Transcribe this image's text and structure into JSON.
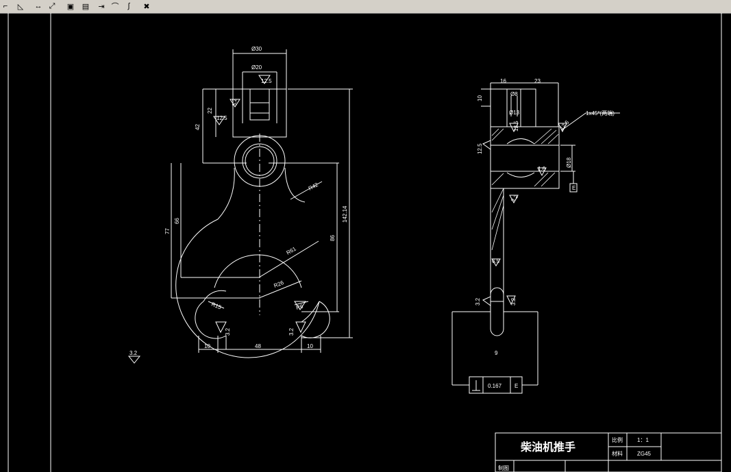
{
  "toolbar": {
    "icons": [
      "line-tool-icon",
      "angle-tool-icon",
      "dim-linear-icon",
      "dim-aligned-icon",
      "block-icon",
      "insert-icon",
      "extend-icon",
      "arc-icon",
      "curve-icon",
      "eraser-icon"
    ]
  },
  "drawing": {
    "front_view": {
      "dims": {
        "d30": "Ø30",
        "d20": "Ø20",
        "r12_5_top": "12.5",
        "h22": "22",
        "rough_12_5": "12.5",
        "h42": "42",
        "s3_2a": "3.2",
        "r42": "R42",
        "h142": "142.14",
        "h66": "66",
        "h77": "77",
        "h86": "86",
        "r61": "R61",
        "r26": "R26",
        "r15": "R15",
        "r6": "R6",
        "w10_left": "10",
        "w48": "48",
        "w10_right": "10",
        "s3_2b": "3.2",
        "s3_2c": "3.2",
        "s3_2_corner": "3.2"
      }
    },
    "side_view": {
      "dims": {
        "w16": "16",
        "w23": "23",
        "h10": "10",
        "d8": "Ø8",
        "d13": "Ø13",
        "chamfer_note": "1x45°(两端)",
        "r12_5a": "12.5",
        "r12_5b": "12.5",
        "r12_5c": "12.5",
        "d18": "Ø18",
        "r1_6": "1.6",
        "s3_2": "3.2",
        "t6_5": "6.5",
        "s3_2d": "3.2",
        "s3_2e": "3.2",
        "w9": "9",
        "datum": "E"
      },
      "tolerance": {
        "value": "0.167",
        "datum": "E"
      }
    }
  },
  "title_block": {
    "title": "柴油机推手",
    "scale_label": "比例",
    "scale_value": "1：1",
    "material_label": "材料",
    "material_value": "ZG45",
    "drawn_label": "制图"
  }
}
